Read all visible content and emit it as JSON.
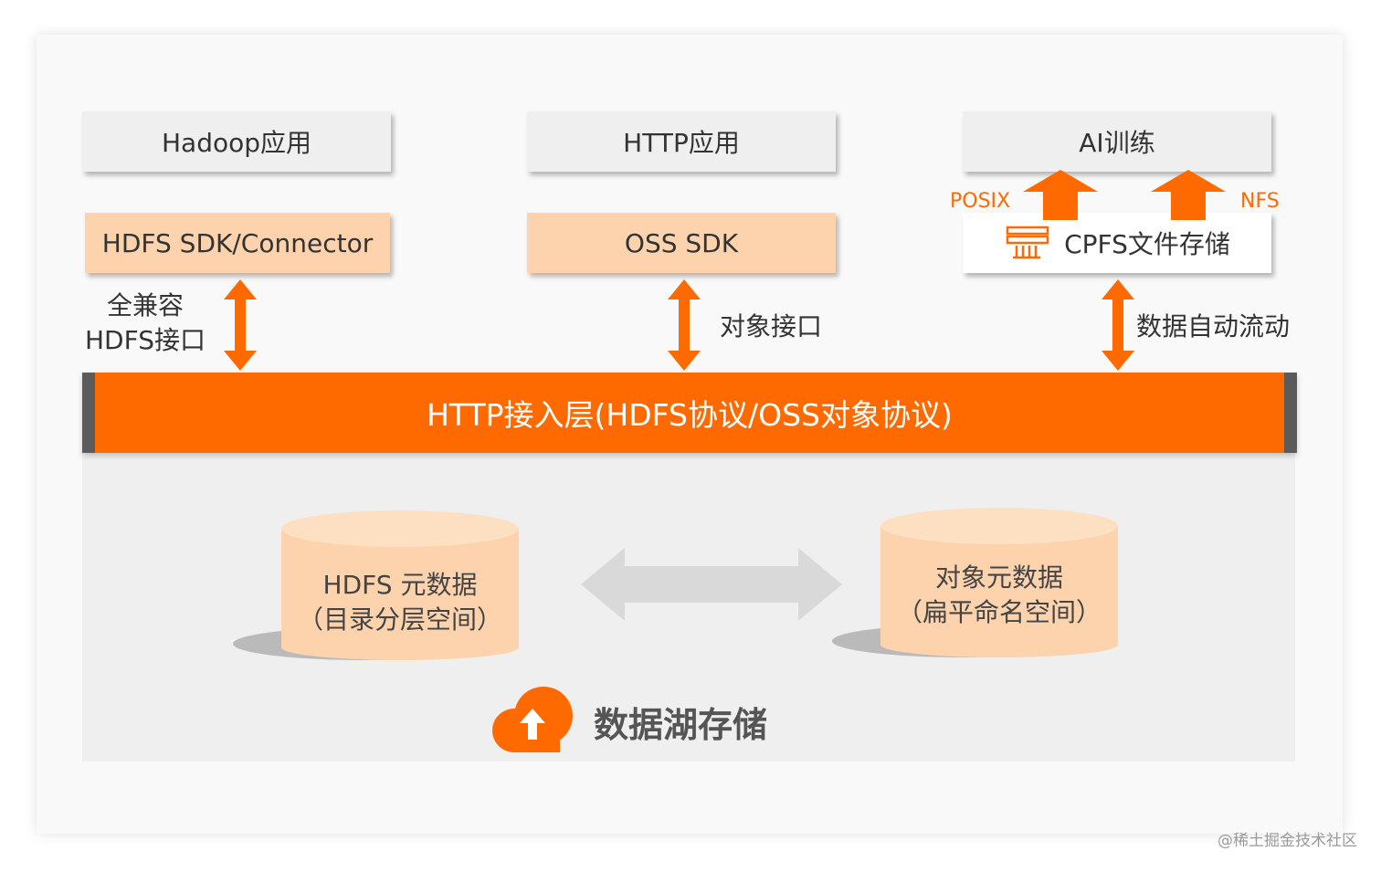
{
  "apps": {
    "hadoop": "Hadoop应用",
    "http": "HTTP应用",
    "ai": "AI训练"
  },
  "sdks": {
    "hdfs": "HDFS SDK/Connector",
    "oss": "OSS SDK",
    "cpfs": "CPFS文件存储"
  },
  "protocols": {
    "posix": "POSIX",
    "nfs": "NFS"
  },
  "links": {
    "hdfs_line1": "全兼容",
    "hdfs_line2": "HDFS接口",
    "oss": "对象接口",
    "cpfs": "数据自动流动"
  },
  "access_layer": "HTTP接入层(HDFS协议/OSS对象协议)",
  "metadata": {
    "hdfs_line1": "HDFS 元数据",
    "hdfs_line2": "（目录分层空间）",
    "object_line1": "对象元数据",
    "object_line2": "（扁平命名空间）"
  },
  "lake_title": "数据湖存储",
  "watermark": "@稀土掘金技术社区",
  "colors": {
    "accent": "#ff6a00",
    "sdk_fill": "#fcd3ad",
    "cylinder": "#fcd3ad",
    "app_fill": "#efefef"
  }
}
